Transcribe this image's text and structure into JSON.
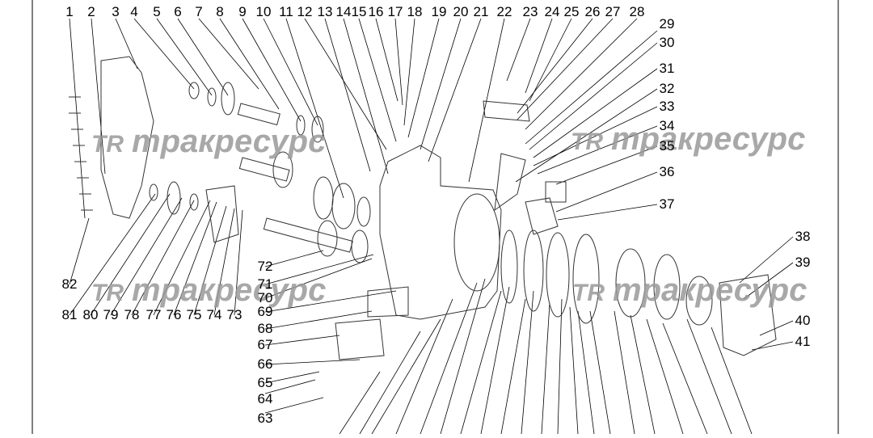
{
  "diagram": {
    "callouts": [
      "1",
      "2",
      "3",
      "4",
      "5",
      "6",
      "7",
      "8",
      "9",
      "10",
      "11",
      "12",
      "13",
      "14",
      "15",
      "16",
      "17",
      "18",
      "19",
      "20",
      "21",
      "22",
      "23",
      "24",
      "25",
      "26",
      "27",
      "28",
      "29",
      "30",
      "31",
      "32",
      "33",
      "34",
      "35",
      "36",
      "37",
      "38",
      "39",
      "40",
      "41",
      "63",
      "64",
      "65",
      "66",
      "67",
      "68",
      "69",
      "70",
      "71",
      "72",
      "73",
      "74",
      "75",
      "76",
      "77",
      "78",
      "79",
      "80",
      "81",
      "82"
    ],
    "watermark": {
      "logo": "TR",
      "text": "тракресурс"
    }
  }
}
